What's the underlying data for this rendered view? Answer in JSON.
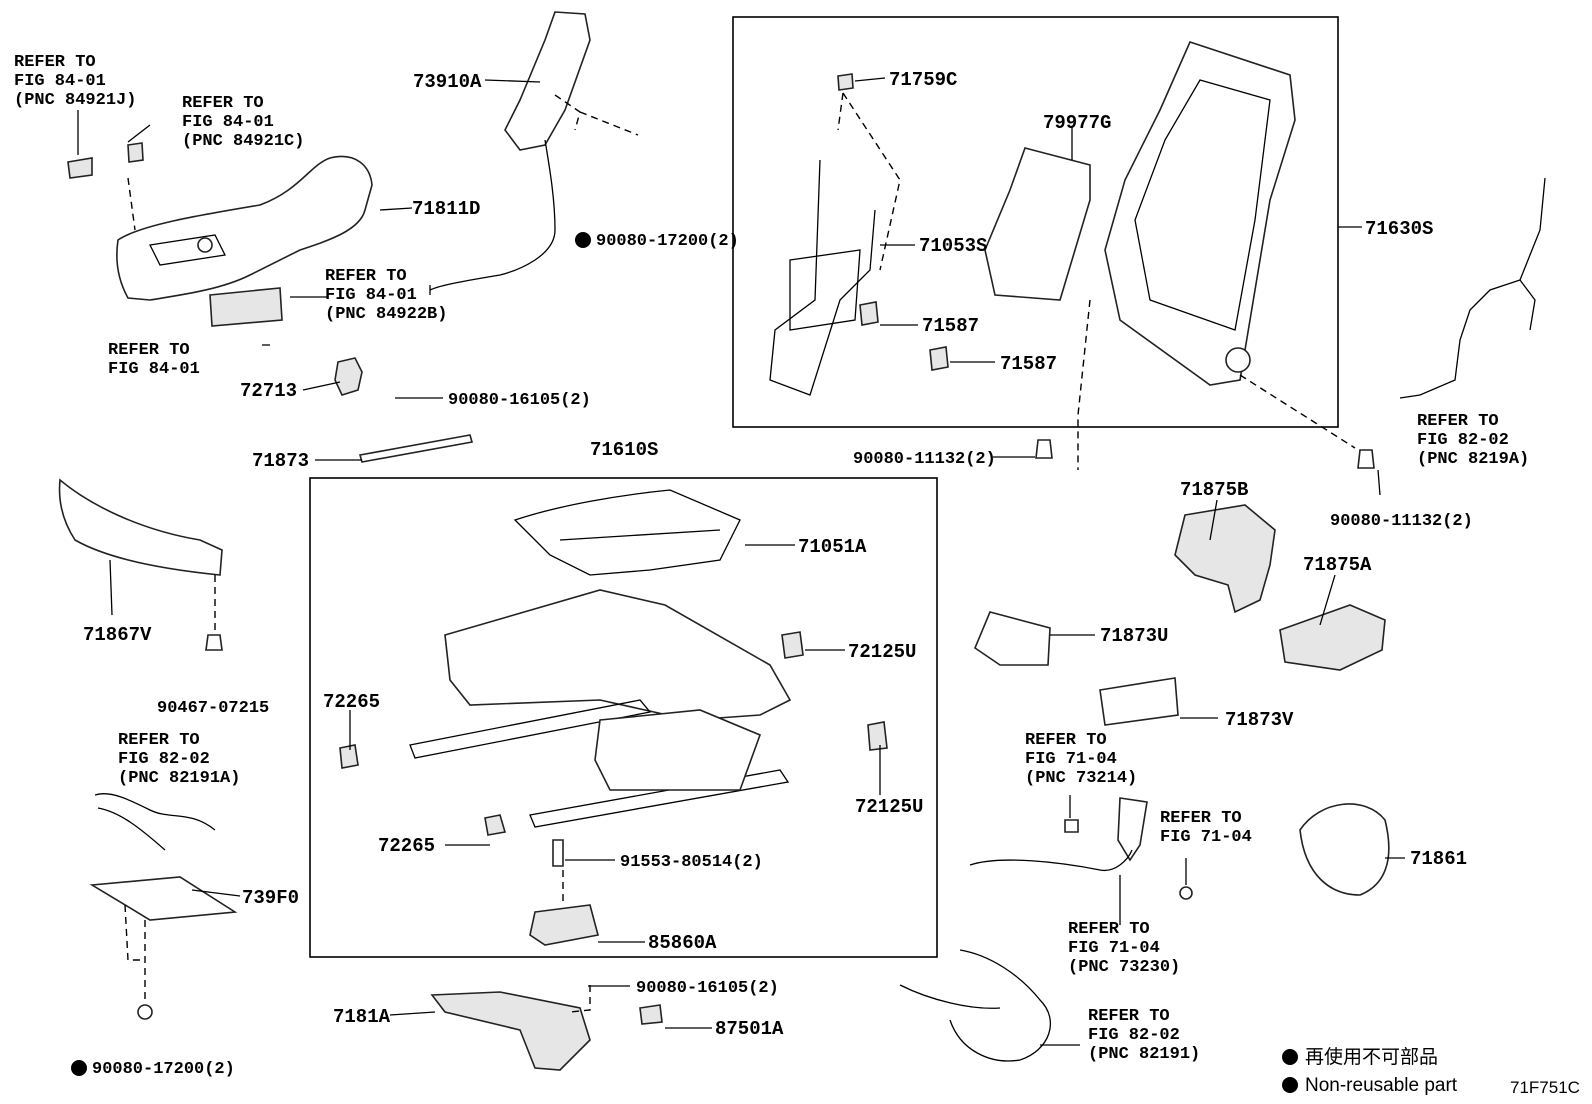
{
  "labels": {
    "p73910A": "73910A",
    "p71811D": "71811D",
    "p72713": "72713",
    "p71873": "71873",
    "p71867V": "71867V",
    "p739F0": "739F0",
    "p7181A": "7181A",
    "p71759C": "71759C",
    "p79977G": "79977G",
    "p71053S": "71053S",
    "p71587a": "71587",
    "p71587b": "71587",
    "p71630S": "71630S",
    "p71610S": "71610S",
    "p71051A": "71051A",
    "p72125Ua": "72125U",
    "p72125Ub": "72125U",
    "p72265a": "72265",
    "p72265b": "72265",
    "p85860A": "85860A",
    "p87501A": "87501A",
    "p71875B": "71875B",
    "p71875A": "71875A",
    "p71873U": "71873U",
    "p71873V": "71873V",
    "p71861": "71861"
  },
  "fasteners": {
    "f1": "90080-17200(2)",
    "f2": "90080-16105(2)",
    "f3": "90080-11132(2)",
    "f4": "90080-11132(2)",
    "f5": "90467-07215",
    "f6": "91553-80514(2)",
    "f7": "90080-16105(2)",
    "f8": "90080-17200(2)"
  },
  "refs": {
    "r1": [
      "REFER TO",
      "FIG 84-01",
      "(PNC 84921J)"
    ],
    "r2": [
      "REFER TO",
      "FIG 84-01",
      "(PNC 84921C)"
    ],
    "r3": [
      "REFER TO",
      "FIG 84-01",
      "(PNC 84922B)"
    ],
    "r4": [
      "REFER TO",
      "FIG 84-01"
    ],
    "r5": [
      "REFER TO",
      "FIG 82-02",
      "(PNC 82191A)"
    ],
    "r6": [
      "REFER TO",
      "FIG 82-02",
      "(PNC 8219A)"
    ],
    "r7": [
      "REFER TO",
      "FIG 71-04",
      "(PNC 73214)"
    ],
    "r8": [
      "REFER TO",
      "FIG 71-04"
    ],
    "r9": [
      "REFER TO",
      "FIG 71-04",
      "(PNC 73230)"
    ],
    "r10": [
      "REFER TO",
      "FIG 82-02",
      "(PNC 82191)"
    ]
  },
  "legend": {
    "jp": "再使用不可部品",
    "en": "Non-reusable part",
    "symbol": "filled-circle"
  },
  "figure_code": "71F751C"
}
